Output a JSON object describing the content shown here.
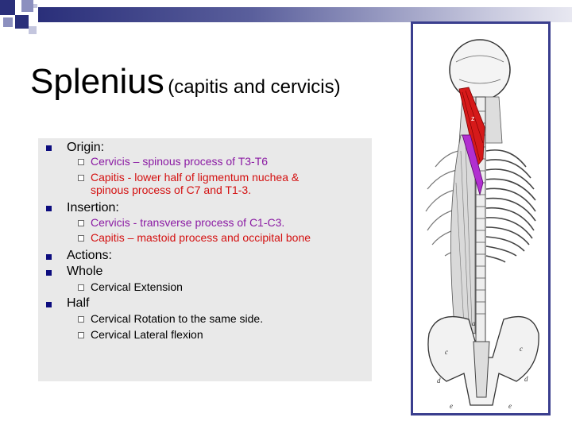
{
  "slide": {
    "title_main": "Splenius",
    "title_sub": "(capitis and cervicis)"
  },
  "content": {
    "origin_label": "Origin:",
    "origin_items": [
      "Cervicis – spinous process of T3-T6",
      "Capitis - lower half of ligmentum nuchea &",
      "spinous process of C7 and T1-3."
    ],
    "insertion_label": "Insertion:",
    "insertion_items": [
      "Cervicis - transverse process of C1-C3.",
      "Capitis – mastoid process and occipital bone"
    ],
    "actions_label": "Actions:",
    "whole_label": "Whole",
    "whole_items": [
      "Cervical Extension"
    ],
    "half_label": "Half",
    "half_items": [
      "Cervical Rotation to the same side.",
      "Cervical Lateral flexion"
    ]
  },
  "figure": {
    "labels": [
      "a",
      "c",
      "c",
      "d",
      "d",
      "e",
      "e",
      "z"
    ]
  },
  "colors": {
    "bullet": "#0c0c7e",
    "cervicis_text": "#8a1aa3",
    "capitis_text": "#d41010",
    "frame": "#3a3e8e",
    "panel": "#e9e9e9"
  }
}
